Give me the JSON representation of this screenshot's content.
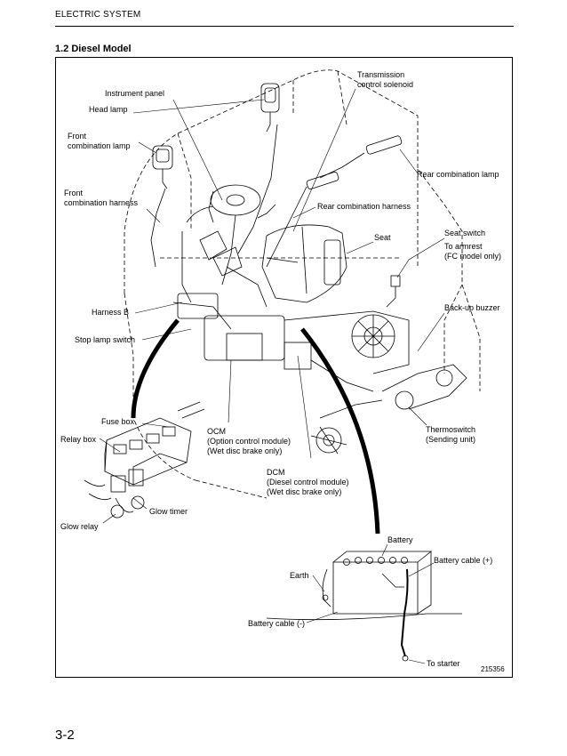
{
  "header": {
    "chapter": "ELECTRIC SYSTEM"
  },
  "section": {
    "title": "1.2   Diesel Model"
  },
  "figure": {
    "id": "215356",
    "labels": {
      "transmission_solenoid": "Transmission\ncontrol solenoid",
      "instrument_panel": "Instrument panel",
      "head_lamp": "Head lamp",
      "front_combination_lamp": "Front\ncombination lamp",
      "rear_combination_lamp": "Rear combination lamp",
      "front_combination_harness": "Front\ncombination harness",
      "rear_combination_harness": "Rear combination harness",
      "seat": "Seat",
      "seat_switch": "Seat switch",
      "to_armrest": "To armrest\n(FC model only)",
      "harness_b": "Harness B",
      "back_up_buzzer": "Back-up buzzer",
      "stop_lamp_switch": "Stop lamp switch",
      "fuse_box": "Fuse box",
      "ocm": "OCM\n(Option control module)\n(Wet disc brake only)",
      "thermoswitch": "Thermoswitch\n(Sending unit)",
      "relay_box": "Relay box",
      "dcm": "DCM\n(Diesel control module)\n(Wet disc brake only)",
      "glow_timer": "Glow timer",
      "glow_relay": "Glow relay",
      "battery": "Battery",
      "battery_cable_pos": "Battery cable (+)",
      "earth": "Earth",
      "battery_cable_neg": "Battery cable (-)",
      "to_starter": "To starter"
    }
  },
  "page": {
    "number": "3-2"
  }
}
